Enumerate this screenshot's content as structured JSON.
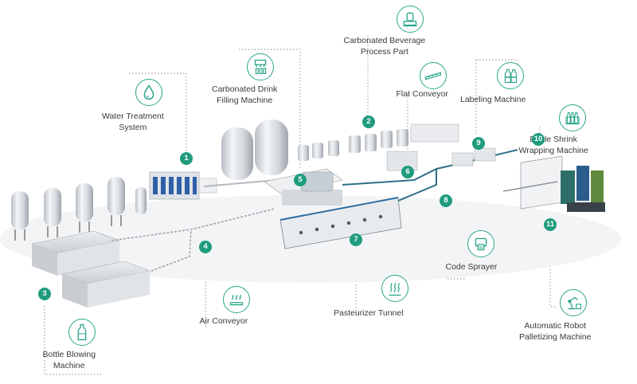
{
  "accent_color": "#1f9c7d",
  "stations": [
    {
      "id": "water-treatment",
      "num": "1",
      "lines": [
        "Water Treatment",
        "System"
      ],
      "icon": "water-drop-icon"
    },
    {
      "id": "carbonated-beverage-process",
      "num": "2",
      "lines": [
        "Carbonated Beverage",
        "Process Part"
      ],
      "icon": "process-tanks-icon"
    },
    {
      "id": "bottle-blowing",
      "num": "3",
      "lines": [
        "Bottle Blowing",
        "Machine"
      ],
      "icon": "bottle-icon"
    },
    {
      "id": "air-conveyor",
      "num": "4",
      "lines": [
        "Air Conveyor"
      ],
      "icon": "conveyor-heat-icon"
    },
    {
      "id": "filling-machine",
      "num": "5",
      "lines": [
        "Carbonated Drink",
        "Filling Machine"
      ],
      "icon": "filler-icon"
    },
    {
      "id": "flat-conveyor",
      "num": "6",
      "lines": [
        "Flat Conveyor"
      ],
      "icon": "flat-conveyor-icon"
    },
    {
      "id": "pasteurizer-tunnel",
      "num": "7",
      "lines": [
        "Pasteurizer Tunnel"
      ],
      "icon": "heat-waves-icon"
    },
    {
      "id": "code-sprayer",
      "num": "8",
      "lines": [
        "Code Sprayer"
      ],
      "icon": "printer-icon"
    },
    {
      "id": "labeling-machine",
      "num": "9",
      "lines": [
        "Labeling Machine"
      ],
      "icon": "labeled-bottles-icon"
    },
    {
      "id": "shrink-wrapping",
      "num": "10",
      "lines": [
        "Bottle Shrink",
        "Wrapping Machine"
      ],
      "icon": "bottle-pack-icon"
    },
    {
      "id": "robot-palletizing",
      "num": "11",
      "lines": [
        "Automatic Robot",
        "Palletizing Machine"
      ],
      "icon": "robot-arm-icon"
    }
  ]
}
